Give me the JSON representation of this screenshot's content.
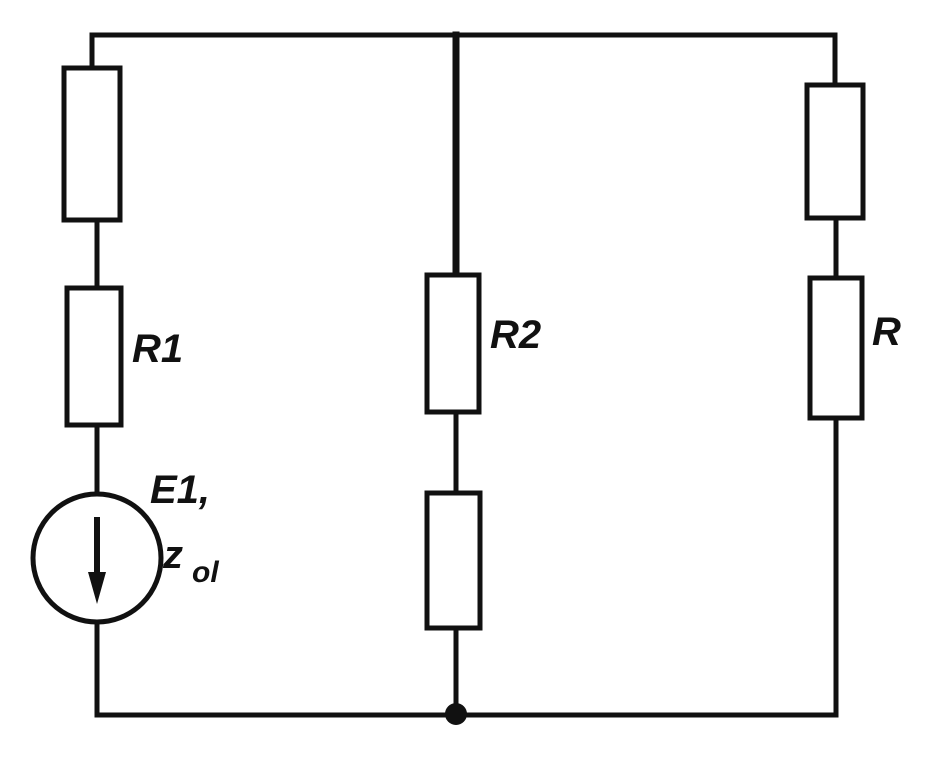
{
  "labels": {
    "r1": "R1",
    "r2": "R2",
    "r": "R",
    "e1": "E1,",
    "z_main": "z",
    "z_sub": "ol"
  },
  "colors": {
    "ink": "#111111",
    "background": "#ffffff"
  }
}
